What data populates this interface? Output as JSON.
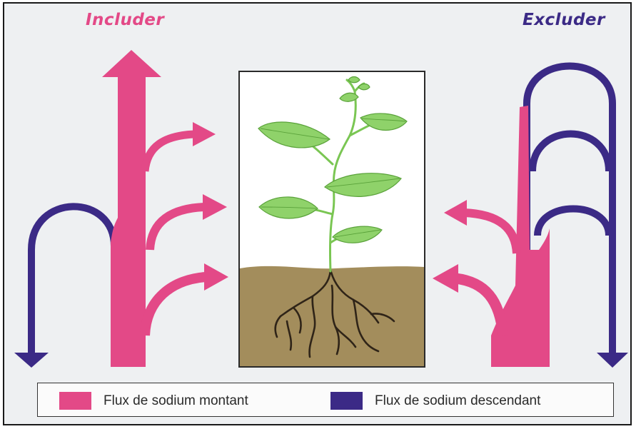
{
  "titles": {
    "left": "Includer",
    "right": "Excluder"
  },
  "legend": {
    "upward_label": "Flux de sodium montant",
    "downward_label": "Flux de sodium descendant"
  },
  "colors": {
    "upward_flux": "#e34987",
    "downward_flux": "#3b2a86",
    "soil": "#a38d5c",
    "leaf": "#8fd26a",
    "stem": "#7ac653",
    "root": "#2f2418"
  }
}
